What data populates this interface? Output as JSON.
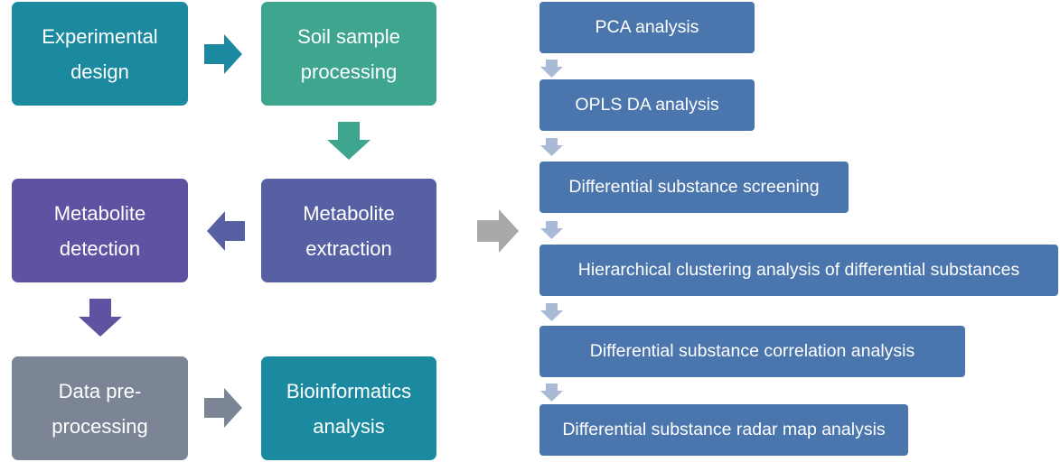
{
  "flow": {
    "experimental_design": "Experimental\ndesign",
    "soil_sample_processing": "Soil sample\nprocessing",
    "metabolite_extraction": "Metabolite\nextraction",
    "metabolite_detection": "Metabolite\ndetection",
    "data_preprocessing": "Data pre-\nprocessing",
    "bioinformatics_analysis": "Bioinformatics\nanalysis"
  },
  "analysis_steps": [
    "PCA analysis",
    "OPLS DA analysis",
    "Differential substance screening",
    "Hierarchical clustering analysis of differential substances",
    "Differential substance correlation analysis",
    "Differential substance radar map analysis"
  ],
  "colors": {
    "experimental_design": "#1b8aa0",
    "soil_sample_processing": "#3ea58e",
    "metabolite_extraction": "#5660a3",
    "metabolite_detection": "#5e52a2",
    "data_preprocessing": "#7b8596",
    "bioinformatics_analysis": "#1b8aa0",
    "analysis_bar": "#4a76ad",
    "small_arrow": "#a9bad6",
    "big_arrow": "#a9a9a9"
  }
}
